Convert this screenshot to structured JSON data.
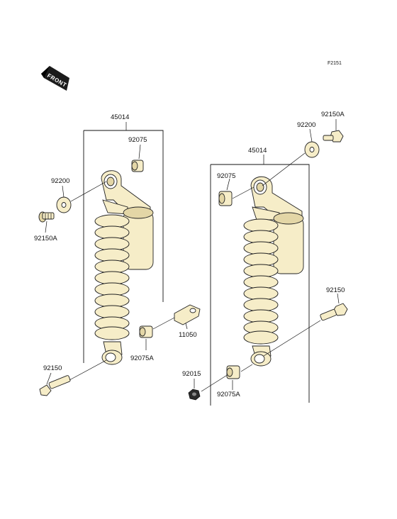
{
  "diagram": {
    "figure_code": "F2151",
    "front_label": "FRONT"
  },
  "left_group": {
    "assembly_label": "45014",
    "callouts": {
      "bush_top": "92075",
      "washer": "92200",
      "bolt_top": "92150A",
      "collar": "11050",
      "bush_bottom": "92075A",
      "bolt_bottom": "92150"
    }
  },
  "right_group": {
    "assembly_label": "45014",
    "callouts": {
      "bolt_top": "92150A",
      "washer": "92200",
      "bush_top": "92075",
      "bolt_bottom": "92150",
      "nut": "92015",
      "bush_bottom": "92075A"
    }
  },
  "colors": {
    "part_fill": "#f6edc8",
    "line": "#111111",
    "background": "#ffffff"
  }
}
